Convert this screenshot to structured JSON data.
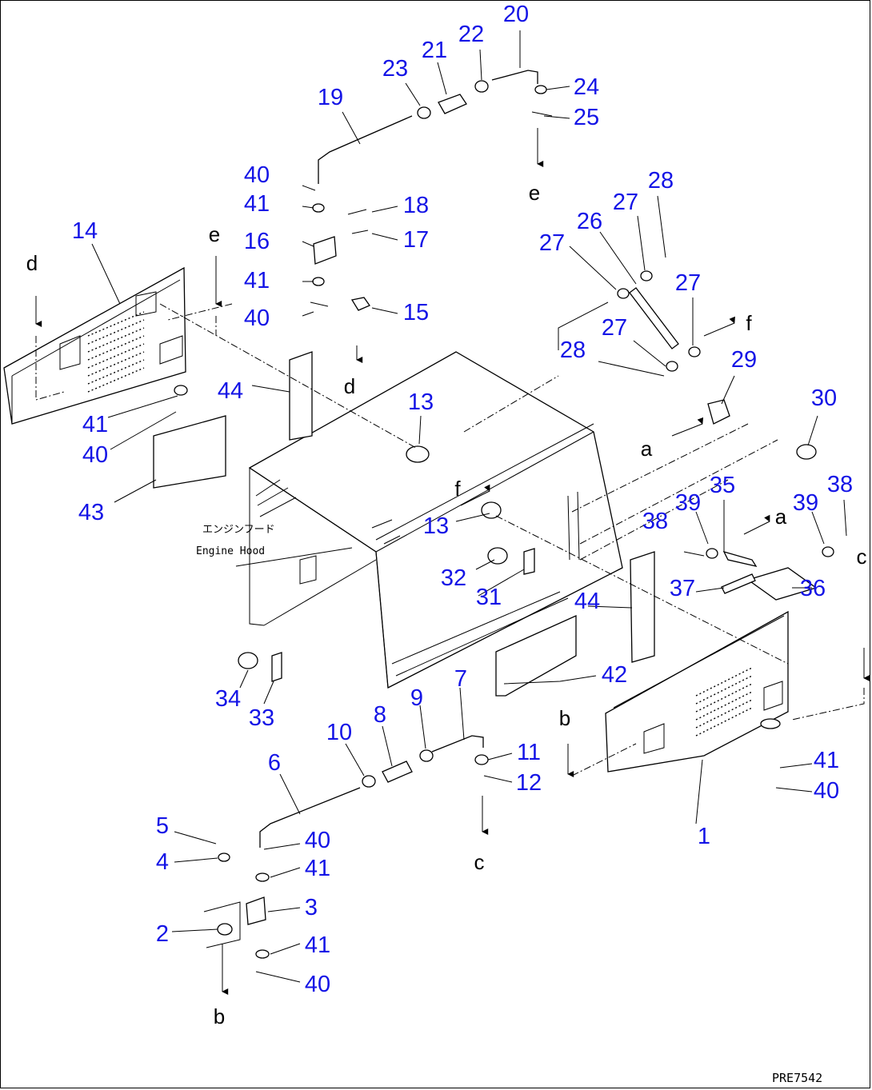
{
  "diagram": {
    "drawing_code": "PRE7542",
    "hood_label_jp": "エンジンフード",
    "hood_label_en": "Engine Hood",
    "part_numbers": [
      "1",
      "2",
      "3",
      "4",
      "5",
      "6",
      "7",
      "8",
      "9",
      "10",
      "11",
      "12",
      "13",
      "14",
      "15",
      "16",
      "17",
      "18",
      "19",
      "20",
      "21",
      "22",
      "23",
      "24",
      "25",
      "26",
      "27",
      "28",
      "29",
      "30",
      "31",
      "32",
      "33",
      "34",
      "35",
      "36",
      "37",
      "38",
      "39",
      "40",
      "41",
      "42",
      "43",
      "44"
    ],
    "reference_letters": [
      "a",
      "b",
      "c",
      "d",
      "e",
      "f"
    ]
  }
}
